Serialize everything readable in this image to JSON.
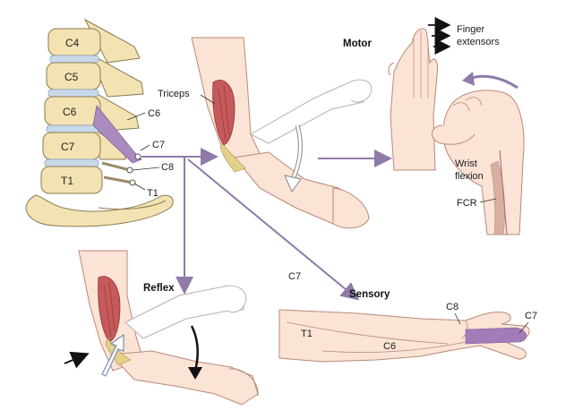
{
  "vertebrae": {
    "c4": "C4",
    "c5": "C5",
    "c6": "C6",
    "c7": "C7",
    "t1": "T1"
  },
  "nerve_roots": {
    "c6": "C6",
    "c7": "C7",
    "c8": "C8",
    "t1": "T1"
  },
  "motor": {
    "heading": "Motor",
    "finger_extensors_line1": "Finger",
    "finger_extensors_line2": "extensors",
    "wrist_flexion_line1": "Wrist",
    "wrist_flexion_line2": "flexion",
    "fcr": "FCR",
    "triceps": "Triceps"
  },
  "reflex": {
    "heading": "Reflex"
  },
  "sensory": {
    "heading": "Sensory",
    "c7_pathway": "C7",
    "dermatome_c8": "C8",
    "dermatome_c7": "C7",
    "dermatome_t1": "T1",
    "dermatome_c6": "C6"
  },
  "colors": {
    "bone": "#f3e3b3",
    "bone_outline": "#8a7a52",
    "disc": "#c9d9ea",
    "skin": "#fbe3d6",
    "skin_outline": "#b88a78",
    "muscle": "#c65a5a",
    "tendon": "#e4d08a",
    "nerve_purple": "#a98bbf",
    "arrow_purple": "#8f7aa8",
    "dermatome_c7": "#a27bb8"
  }
}
